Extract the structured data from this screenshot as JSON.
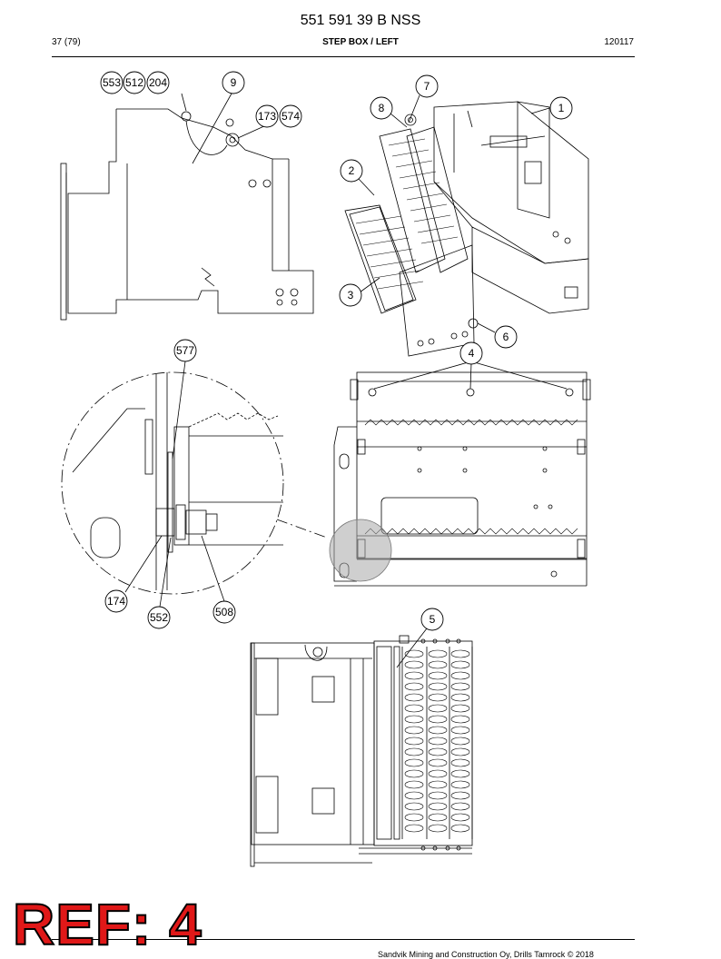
{
  "header": {
    "doc_number": "551 591 39 B NSS",
    "page": "37 (79)",
    "section_title": "STEP BOX / LEFT",
    "date_code": "120117"
  },
  "callouts": {
    "c553": "553",
    "c512": "512",
    "c204": "204",
    "c9": "9",
    "c173": "173",
    "c574": "574",
    "c7": "7",
    "c8": "8",
    "c1": "1",
    "c2": "2",
    "c3": "3",
    "c6": "6",
    "c577": "577",
    "c4": "4",
    "c174": "174",
    "c552": "552",
    "c508": "508",
    "c5": "5"
  },
  "stamp": "REF: 4",
  "footer": {
    "copyright": "Sandvik Mining and Construction Oy, Drills Tamrock © 2018"
  },
  "colors": {
    "stamp_fill": "#e01818",
    "line": "#000000",
    "detail_shade": "#a8a8a8"
  }
}
